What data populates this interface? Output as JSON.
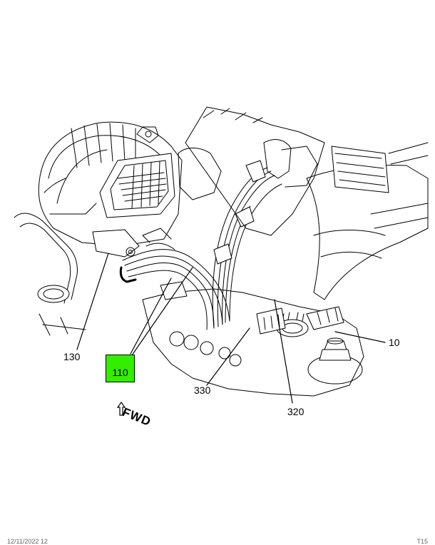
{
  "callouts": {
    "c130": "130",
    "c110": "110",
    "c330": "330",
    "c320": "320",
    "c10": "10"
  },
  "highlight": {
    "color": "#33ee00"
  },
  "direction": {
    "fwd_label": "FWD"
  },
  "footer": {
    "left": "12/11/2022 12",
    "right": "T15"
  }
}
